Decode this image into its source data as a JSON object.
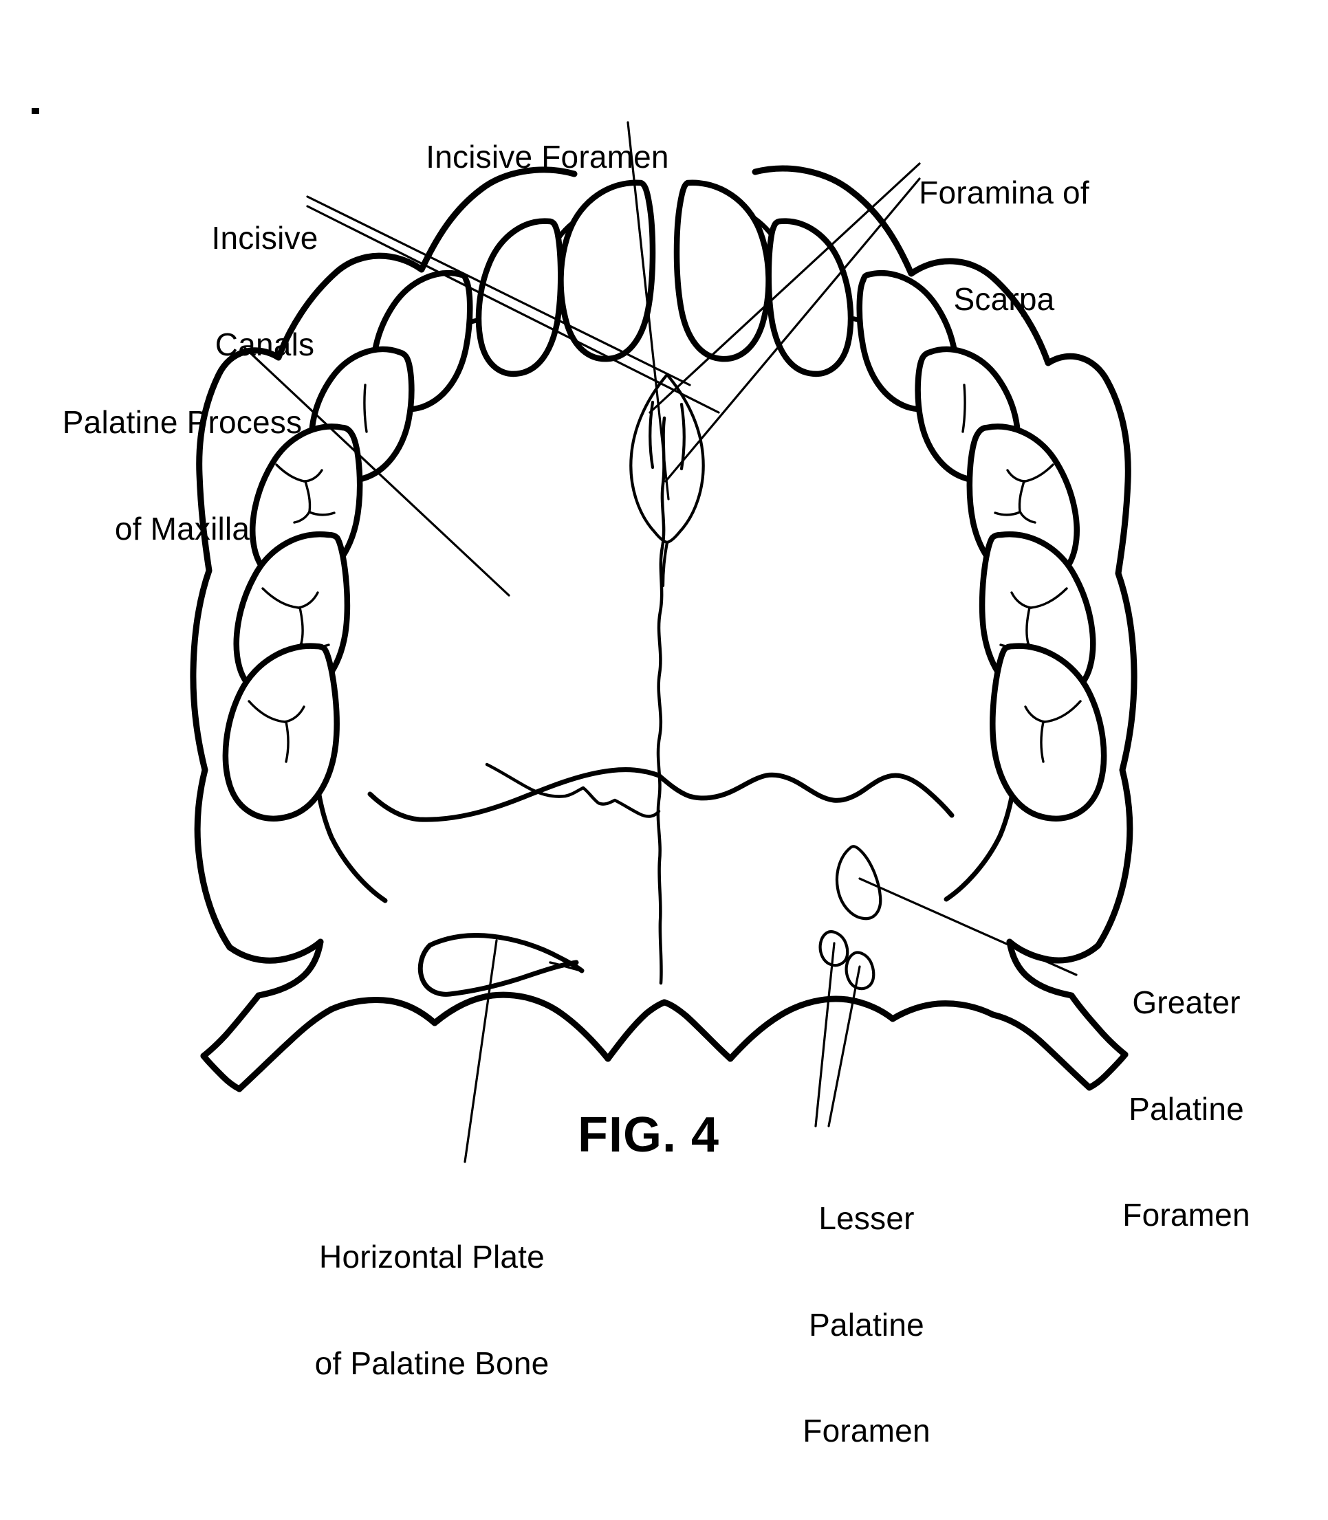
{
  "figure": {
    "caption": "FIG. 4",
    "subject": "palatal-view-of-maxilla-and-palatine-bones"
  },
  "labels": [
    {
      "id": "incisive-foramen",
      "lines": [
        "Incisive Foramen"
      ],
      "align": "center"
    },
    {
      "id": "foramina-of-scarpa",
      "lines": [
        "Foramina of",
        "Scarpa"
      ],
      "align": "center"
    },
    {
      "id": "incisive-canals",
      "lines": [
        "Incisive",
        "Canals"
      ],
      "align": "center"
    },
    {
      "id": "palatine-process-of-maxilla",
      "lines": [
        "Palatine Process",
        "of Maxilla"
      ],
      "align": "center"
    },
    {
      "id": "greater-palatine-foramen",
      "lines": [
        "Greater",
        "Palatine",
        "Foramen"
      ],
      "align": "center"
    },
    {
      "id": "lesser-palatine-foramen",
      "lines": [
        "Lesser",
        "Palatine",
        "Foramen"
      ],
      "align": "center"
    },
    {
      "id": "horizontal-plate-of-palatine-bone",
      "lines": [
        "Horizontal Plate",
        "of Palatine Bone"
      ],
      "align": "center"
    }
  ],
  "colors": {
    "ink": "#000000",
    "paper": "#ffffff"
  }
}
